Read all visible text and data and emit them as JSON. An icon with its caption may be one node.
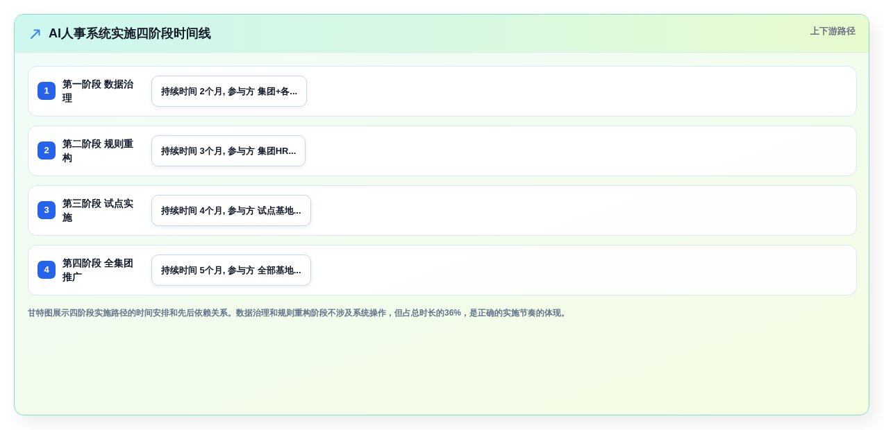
{
  "diagram": {
    "title": "AI人事系统实施四阶段时间线",
    "nodes": [
      {
        "text": [
          "第一阶段 数据治理"
        ]
      },
      {
        "text": [
          "1"
        ],
        "in": 0
      },
      {
        "text": [
          "持续时间 2个月, 参与方 集团+各..."
        ],
        "in": 0
      },
      {
        "text": [
          "第二阶段 规则重构"
        ]
      },
      {
        "text": [
          "2"
        ],
        "in": 3
      },
      {
        "text": [
          "持续时间 3个月, 参与方 集团HR..."
        ],
        "in": 3
      },
      {
        "text": [
          "第三阶段 试点实施"
        ]
      },
      {
        "text": [
          "3"
        ],
        "in": 6
      },
      {
        "text": [
          "持续时间 4个月, 参与方 试点基地..."
        ],
        "in": 6
      },
      {
        "text": [
          "第四阶段 全集团推广"
        ]
      },
      {
        "text": [
          "4"
        ],
        "in": 9
      },
      {
        "text": [
          "持续时间 5个月, 参与方 全部基地..."
        ],
        "in": 9
      }
    ],
    "labels": [
      "上下游路径"
    ],
    "caption": "甘特图展示四阶段实施路径的时间安排和先后依赖关系。数据治理和规则重构阶段不涉及系统操作，但占总时长的36%，是正确的实施节奏的体现。"
  }
}
